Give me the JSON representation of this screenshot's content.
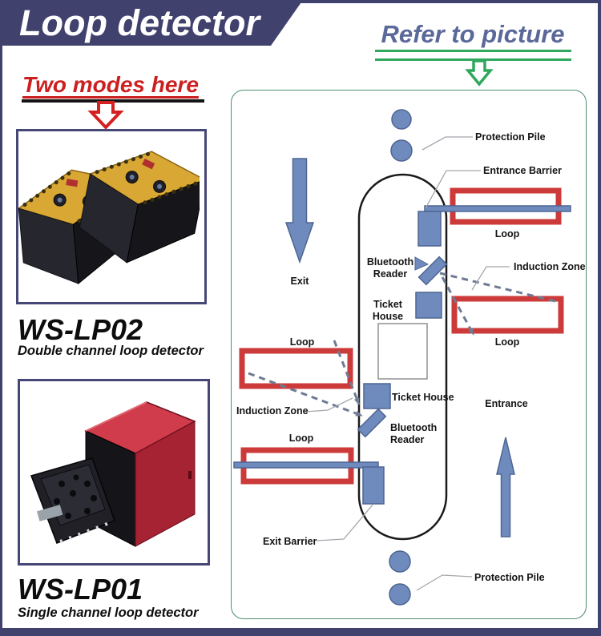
{
  "banner": {
    "title": "Loop detector"
  },
  "refer": {
    "label": "Refer to picture"
  },
  "modes": {
    "heading": "Two modes here"
  },
  "products": [
    {
      "model": "WS-LP02",
      "description": "Double channel loop detector"
    },
    {
      "model": "WS-LP01",
      "description": "Single channel loop detector"
    }
  ],
  "diagram": {
    "labels": {
      "protection_pile": "Protection Pile",
      "entrance_barrier": "Entrance Barrier",
      "loop": "Loop",
      "induction_zone": "Induction Zone",
      "exit": "Exit",
      "entrance": "Entrance",
      "bluetooth": "Bluetooth",
      "reader": "Reader",
      "ticket": "Ticket",
      "house": "House",
      "ticket_house": "Ticket House",
      "exit_barrier": "Exit Barrier"
    }
  },
  "colors": {
    "frame_navy": "#41416e",
    "refer_text_blue": "#5a689a",
    "accent_green": "#2fa85c",
    "accent_red": "#cc2020",
    "loop_red": "#cd3a3a",
    "steel_blue": "#6f8bbd",
    "panel_border_green": "#4e8f6c",
    "product_box_border": "#474777"
  }
}
